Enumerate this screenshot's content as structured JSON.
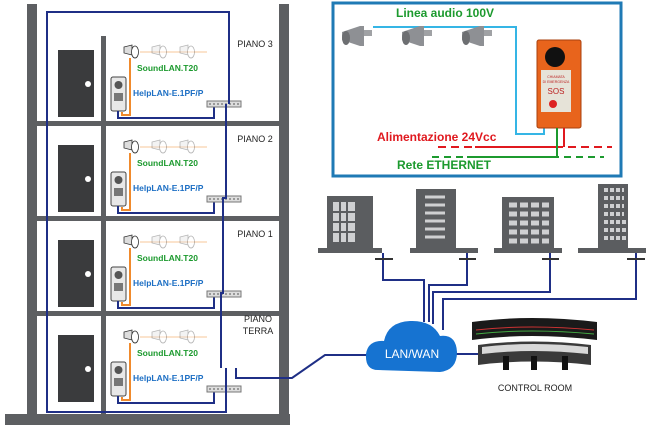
{
  "floors": [
    {
      "label": [
        "PIANO 3"
      ],
      "speaker_label": "SoundLAN.T20",
      "panel_label": "HelpLAN-E.1PF/P"
    },
    {
      "label": [
        "PIANO 2"
      ],
      "speaker_label": "SoundLAN.T20",
      "panel_label": "HelpLAN-E.1PF/P"
    },
    {
      "label": [
        "PIANO 1"
      ],
      "speaker_label": "SoundLAN.T20",
      "panel_label": "HelpLAN-E.1PF/P"
    },
    {
      "label": [
        "PIANO",
        "TERRA"
      ],
      "speaker_label": "SoundLAN.T20",
      "panel_label": "HelpLAN-E.1PF/P"
    }
  ],
  "inset": {
    "audio_line": "Linea audio 100V",
    "power": "Alimentazione 24Vcc",
    "ethernet": "Rete ETHERNET",
    "sos_panel": {
      "line1": "CHIAMATA",
      "line2": "DI EMERGENZA",
      "sos": "SOS"
    }
  },
  "network": {
    "cloud": "LAN/WAN",
    "control_room": "CONTROL ROOM"
  },
  "colors": {
    "wall": "#5d5f62",
    "network_cable": "#1f2f86",
    "audio_cable": "#f08a2c",
    "sound_label": "#1c9a2e",
    "help_label": "#1d6fc4",
    "inset_border": "#1f7ab5",
    "audio_line": "#35b5e5",
    "power": "#e0191f",
    "ethernet": "#1c9a2e",
    "cloud": "#1673d1",
    "sos_box": "#e8641c"
  }
}
